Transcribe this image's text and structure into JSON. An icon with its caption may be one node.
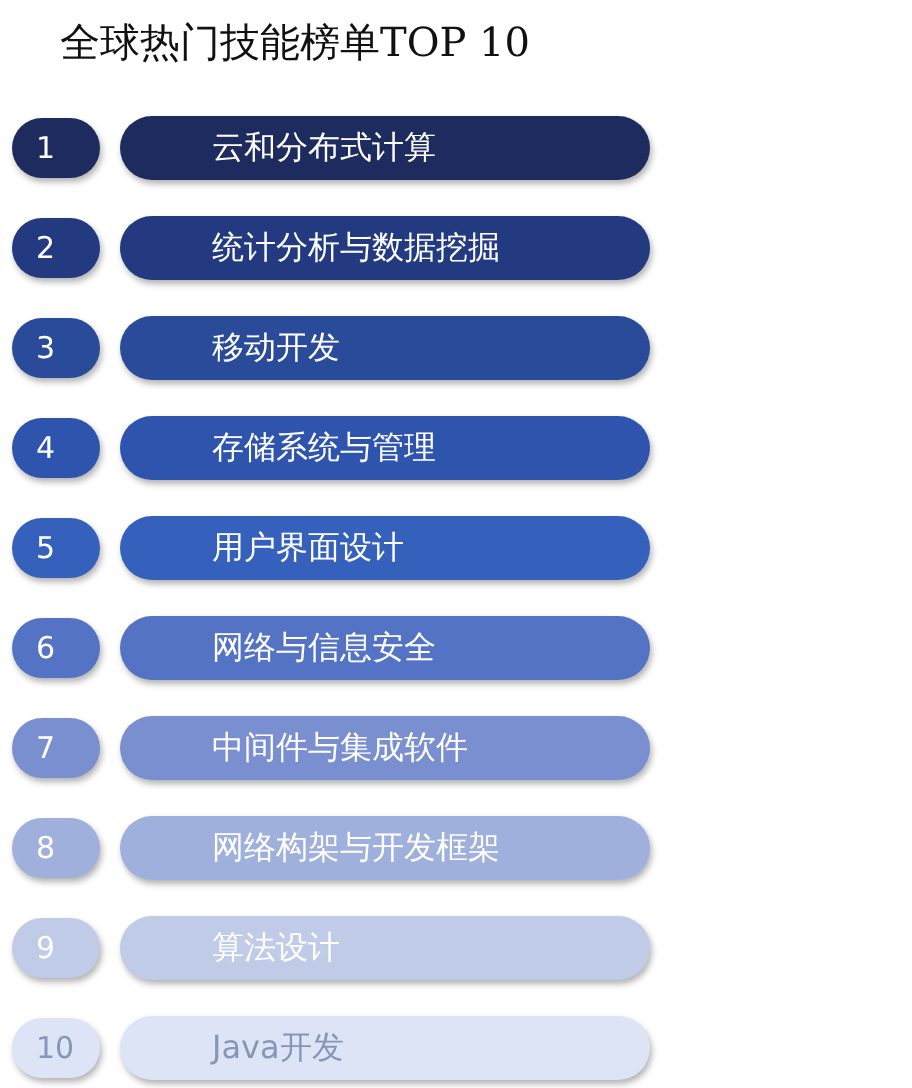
{
  "diagram": {
    "title": "全球热门技能榜单TOP 10",
    "nodes": [
      {
        "text": [
          "1"
        ]
      },
      {
        "text": [
          "云和分布式计算"
        ]
      },
      {
        "text": [
          "2"
        ]
      },
      {
        "text": [
          "统计分析与数据挖掘"
        ]
      },
      {
        "text": [
          "3"
        ]
      },
      {
        "text": [
          "移动开发"
        ]
      },
      {
        "text": [
          "4"
        ]
      },
      {
        "text": [
          "存储系统与管理"
        ]
      },
      {
        "text": [
          "5"
        ]
      },
      {
        "text": [
          "用户界面设计"
        ]
      },
      {
        "text": [
          "6"
        ]
      },
      {
        "text": [
          "网络与信息安全"
        ]
      },
      {
        "text": [
          "7"
        ]
      },
      {
        "text": [
          "中间件与集成软件"
        ]
      },
      {
        "text": [
          "8"
        ]
      },
      {
        "text": [
          "网络构架与开发框架"
        ]
      },
      {
        "text": [
          "9"
        ]
      },
      {
        "text": [
          "算法设计"
        ]
      },
      {
        "text": [
          "10"
        ]
      },
      {
        "text": [
          "Java开发"
        ]
      }
    ]
  }
}
